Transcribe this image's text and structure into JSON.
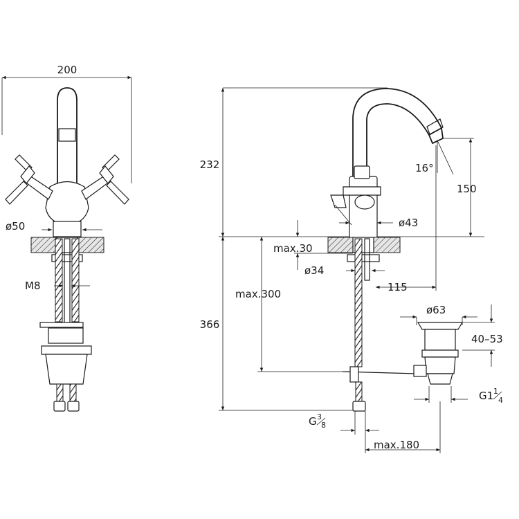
{
  "front_view": {
    "dim_width": "200",
    "dim_base_diameter": "ø50",
    "dim_thread": "M8"
  },
  "side_view": {
    "dim_spout_height": "232",
    "dim_spout_angle": "16°",
    "dim_spout_outlet_height": "150",
    "dim_body_diameter": "ø43",
    "dim_max_deck": "max.30",
    "dim_hole_diameter": "ø34",
    "dim_max_rod": "max.300",
    "dim_reach": "115",
    "dim_hose_length": "366",
    "dim_inlet_thread_G": "G",
    "dim_inlet_thread_num": "3",
    "dim_inlet_thread_den": "8",
    "dim_max_horizontal": "max.180"
  },
  "waste_view": {
    "dim_plug_diameter": "ø63",
    "dim_deck_range": "40–53",
    "dim_outlet_thread_G": "G1",
    "dim_outlet_thread_num": "1",
    "dim_outlet_thread_den": "4"
  }
}
